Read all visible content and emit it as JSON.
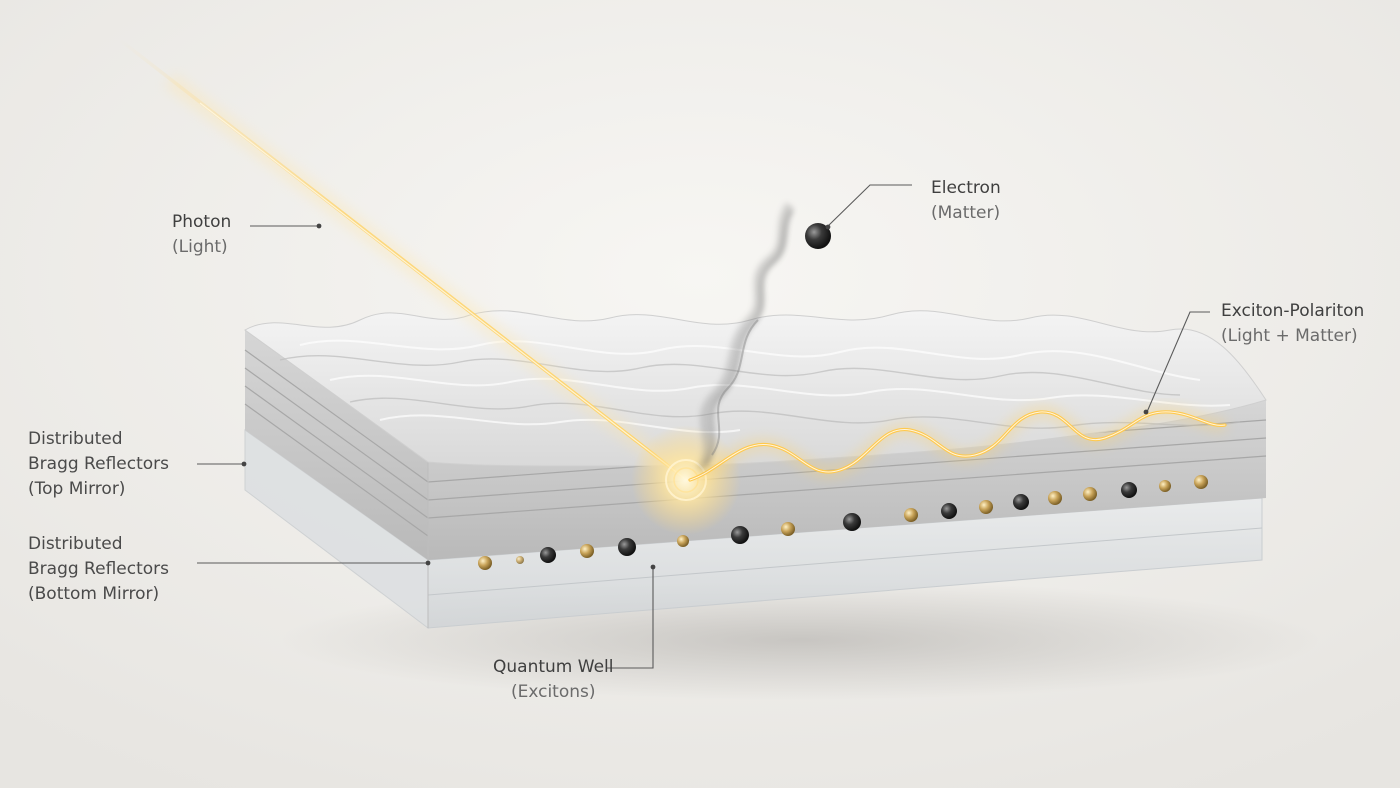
{
  "labels": {
    "photon": {
      "primary": "Photon",
      "secondary": "(Light)"
    },
    "electron": {
      "primary": "Electron",
      "secondary": "(Matter)"
    },
    "polariton": {
      "primary": "Exciton-Polariton",
      "secondary": "(Light + Matter)"
    },
    "top_mirror": {
      "line1": "Distributed",
      "line2": "Bragg Reflectors",
      "line3": "(Top Mirror)"
    },
    "bottom_mirror": {
      "line1": "Distributed",
      "line2": "Bragg Reflectors",
      "line3": "(Bottom Mirror)"
    },
    "quantum_well": {
      "primary": "Quantum Well",
      "secondary": "(Excitons)"
    }
  },
  "colors": {
    "background": "#efedea",
    "light_beam": "#ffcf5a",
    "glow": "#fff2c4",
    "electron": "#2b2b2b",
    "exciton_gold": "#c7a35a",
    "leader_line": "#5a5a5a"
  }
}
